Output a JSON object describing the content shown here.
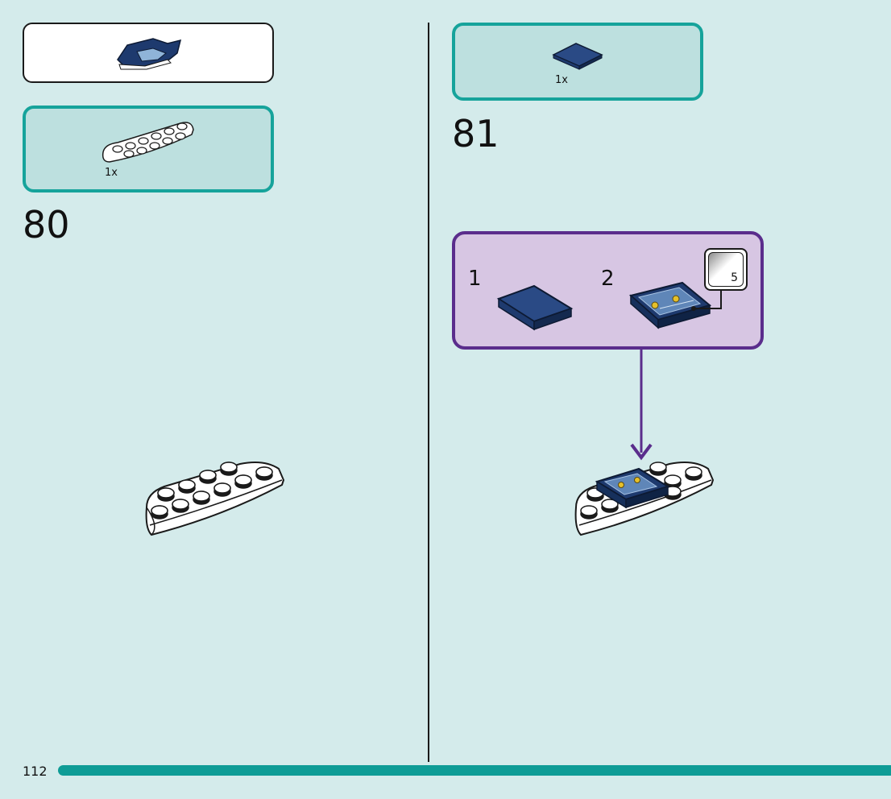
{
  "page": {
    "number": "112"
  },
  "left_column": {
    "parts_list": {
      "quantity": "1x",
      "part_icon": "white-half-round-plate-icon"
    },
    "submodel_preview_icon": "blue-submodel-icon",
    "step": {
      "number": "80",
      "model_icon": "white-half-round-plate-icon"
    }
  },
  "right_column": {
    "parts_list": {
      "quantity": "1x",
      "part_icon": "dark-blue-tile-icon"
    },
    "step": {
      "number": "81",
      "callout": {
        "substeps": [
          {
            "number": "1",
            "icon": "dark-blue-tile-icon"
          },
          {
            "number": "2",
            "icon": "stickered-tile-icon"
          }
        ],
        "sticker_number": "5"
      },
      "model_icon": "assembled-plate-with-tile-icon"
    }
  },
  "colors": {
    "background": "#d4ebeb",
    "parts_border": "#16a39b",
    "callout_border": "#5a2d8c",
    "callout_fill": "#d7c6e3",
    "dark_blue": "#1e3a6e",
    "page_bar": "#0e9c96"
  }
}
